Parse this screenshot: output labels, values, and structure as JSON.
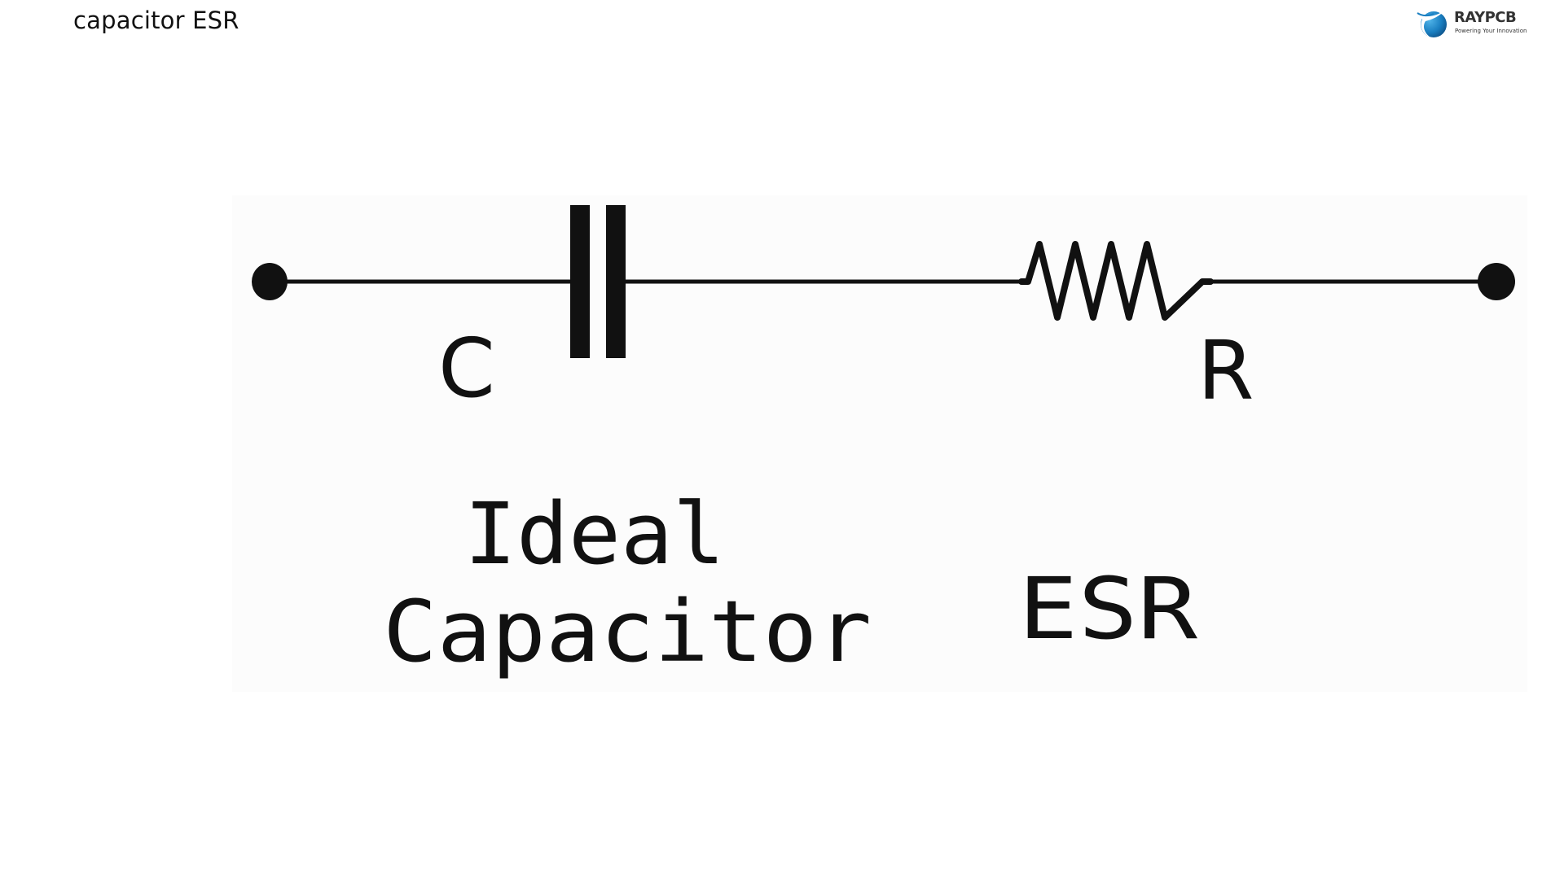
{
  "header": {
    "title": "capacitor ESR"
  },
  "logo": {
    "name": "RAYPCB",
    "tagline": "Powering Your Innovation",
    "icon": "raypcb-globe-logo-icon",
    "accent_color": "#1a7fc1"
  },
  "diagram": {
    "type": "series-circuit",
    "components": [
      {
        "kind": "terminal",
        "id": "left-terminal"
      },
      {
        "kind": "capacitor",
        "symbol_label": "C",
        "description": "Ideal Capacitor"
      },
      {
        "kind": "resistor",
        "symbol_label": "R",
        "description": "ESR"
      },
      {
        "kind": "terminal",
        "id": "right-terminal"
      }
    ],
    "labels": {
      "capacitor_symbol": "C",
      "resistor_symbol": "R",
      "capacitor_desc_line1": "Ideal",
      "capacitor_desc_line2": "Capacitor",
      "resistor_desc": "ESR"
    },
    "wire_color": "#111111"
  }
}
